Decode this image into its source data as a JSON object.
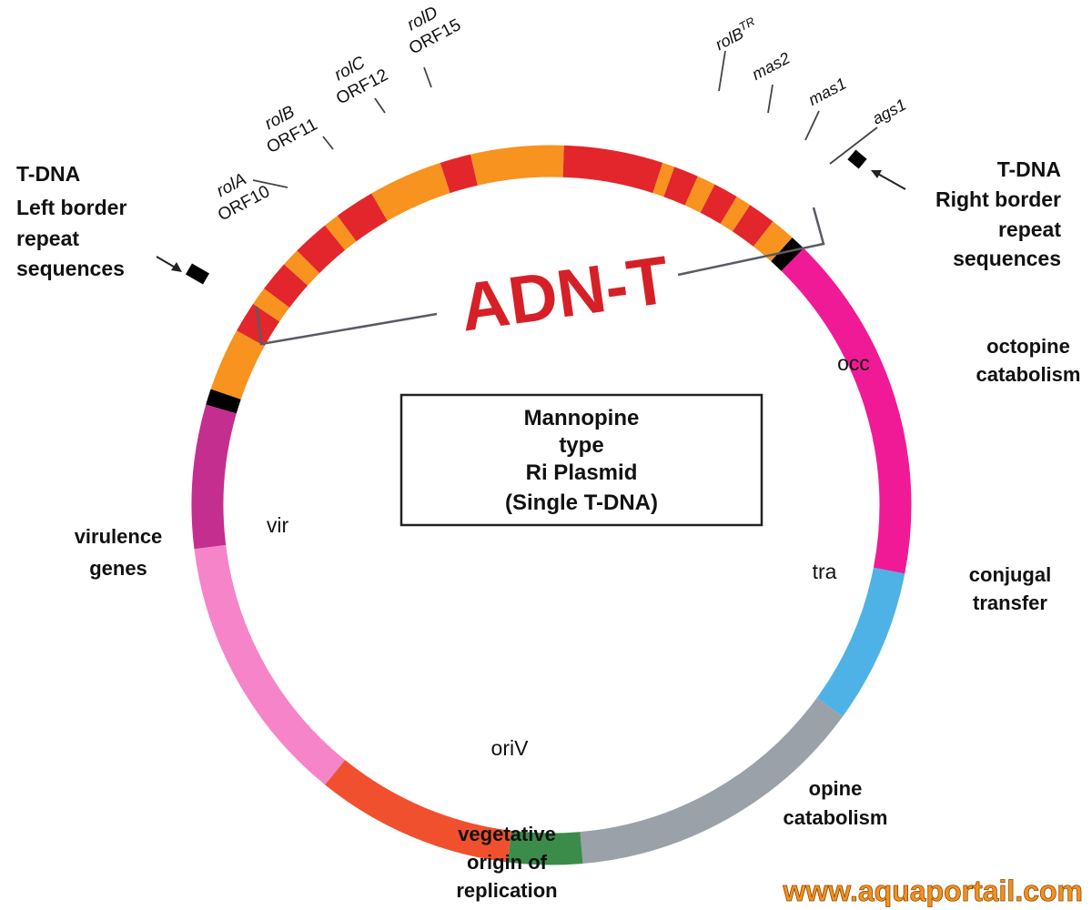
{
  "colors": {
    "tdna_orange": "#f7931e",
    "tdna_red": "#e3262b",
    "occ_magenta": "#f01a96",
    "tra_blue": "#4fb2e6",
    "opine_gray": "#9aa1a9",
    "oriv_green": "#3b8c4a",
    "ori_red_orange": "#f1502e",
    "vir_pink": "#f585c8",
    "vir_purple": "#c42e8f",
    "border_black": "#000000",
    "adn_red": "#d62027",
    "watermark_orange": "#f39220"
  },
  "plasmid": {
    "box_lines": [
      "Mannopine",
      "type",
      "Ri Plasmid",
      "(Single T-DNA)"
    ]
  },
  "tdna": {
    "title": "ADN-T",
    "left_border": [
      "T-DNA",
      "Left border",
      "repeat",
      "sequences"
    ],
    "right_border": [
      "T-DNA",
      "Right border",
      "repeat",
      "sequences"
    ]
  },
  "genes": {
    "rolA": {
      "name": "rolA",
      "orf": "ORF10"
    },
    "rolB": {
      "name": "rolB",
      "orf": "ORF11"
    },
    "rolC": {
      "name": "rolC",
      "orf": "ORF12"
    },
    "rolD": {
      "name": "rolD",
      "orf": "ORF15"
    },
    "rolBTR": {
      "name": "rolB",
      "sup": "TR"
    },
    "mas2": "mas2",
    "mas1": "mas1",
    "ags1": "ags1"
  },
  "regions": {
    "occ": {
      "code": "occ",
      "desc": [
        "octopine",
        "catabolism"
      ]
    },
    "tra": {
      "code": "tra",
      "desc": [
        "conjugal",
        "transfer"
      ]
    },
    "opine": {
      "desc": [
        "opine",
        "catabolism"
      ]
    },
    "oriv": {
      "code": "oriV",
      "desc": [
        "vegetative",
        "origin of",
        "replication"
      ]
    },
    "vir": {
      "code": "vir",
      "desc": [
        "virulence",
        "genes"
      ]
    }
  },
  "watermark": "www.aquaportail.com"
}
